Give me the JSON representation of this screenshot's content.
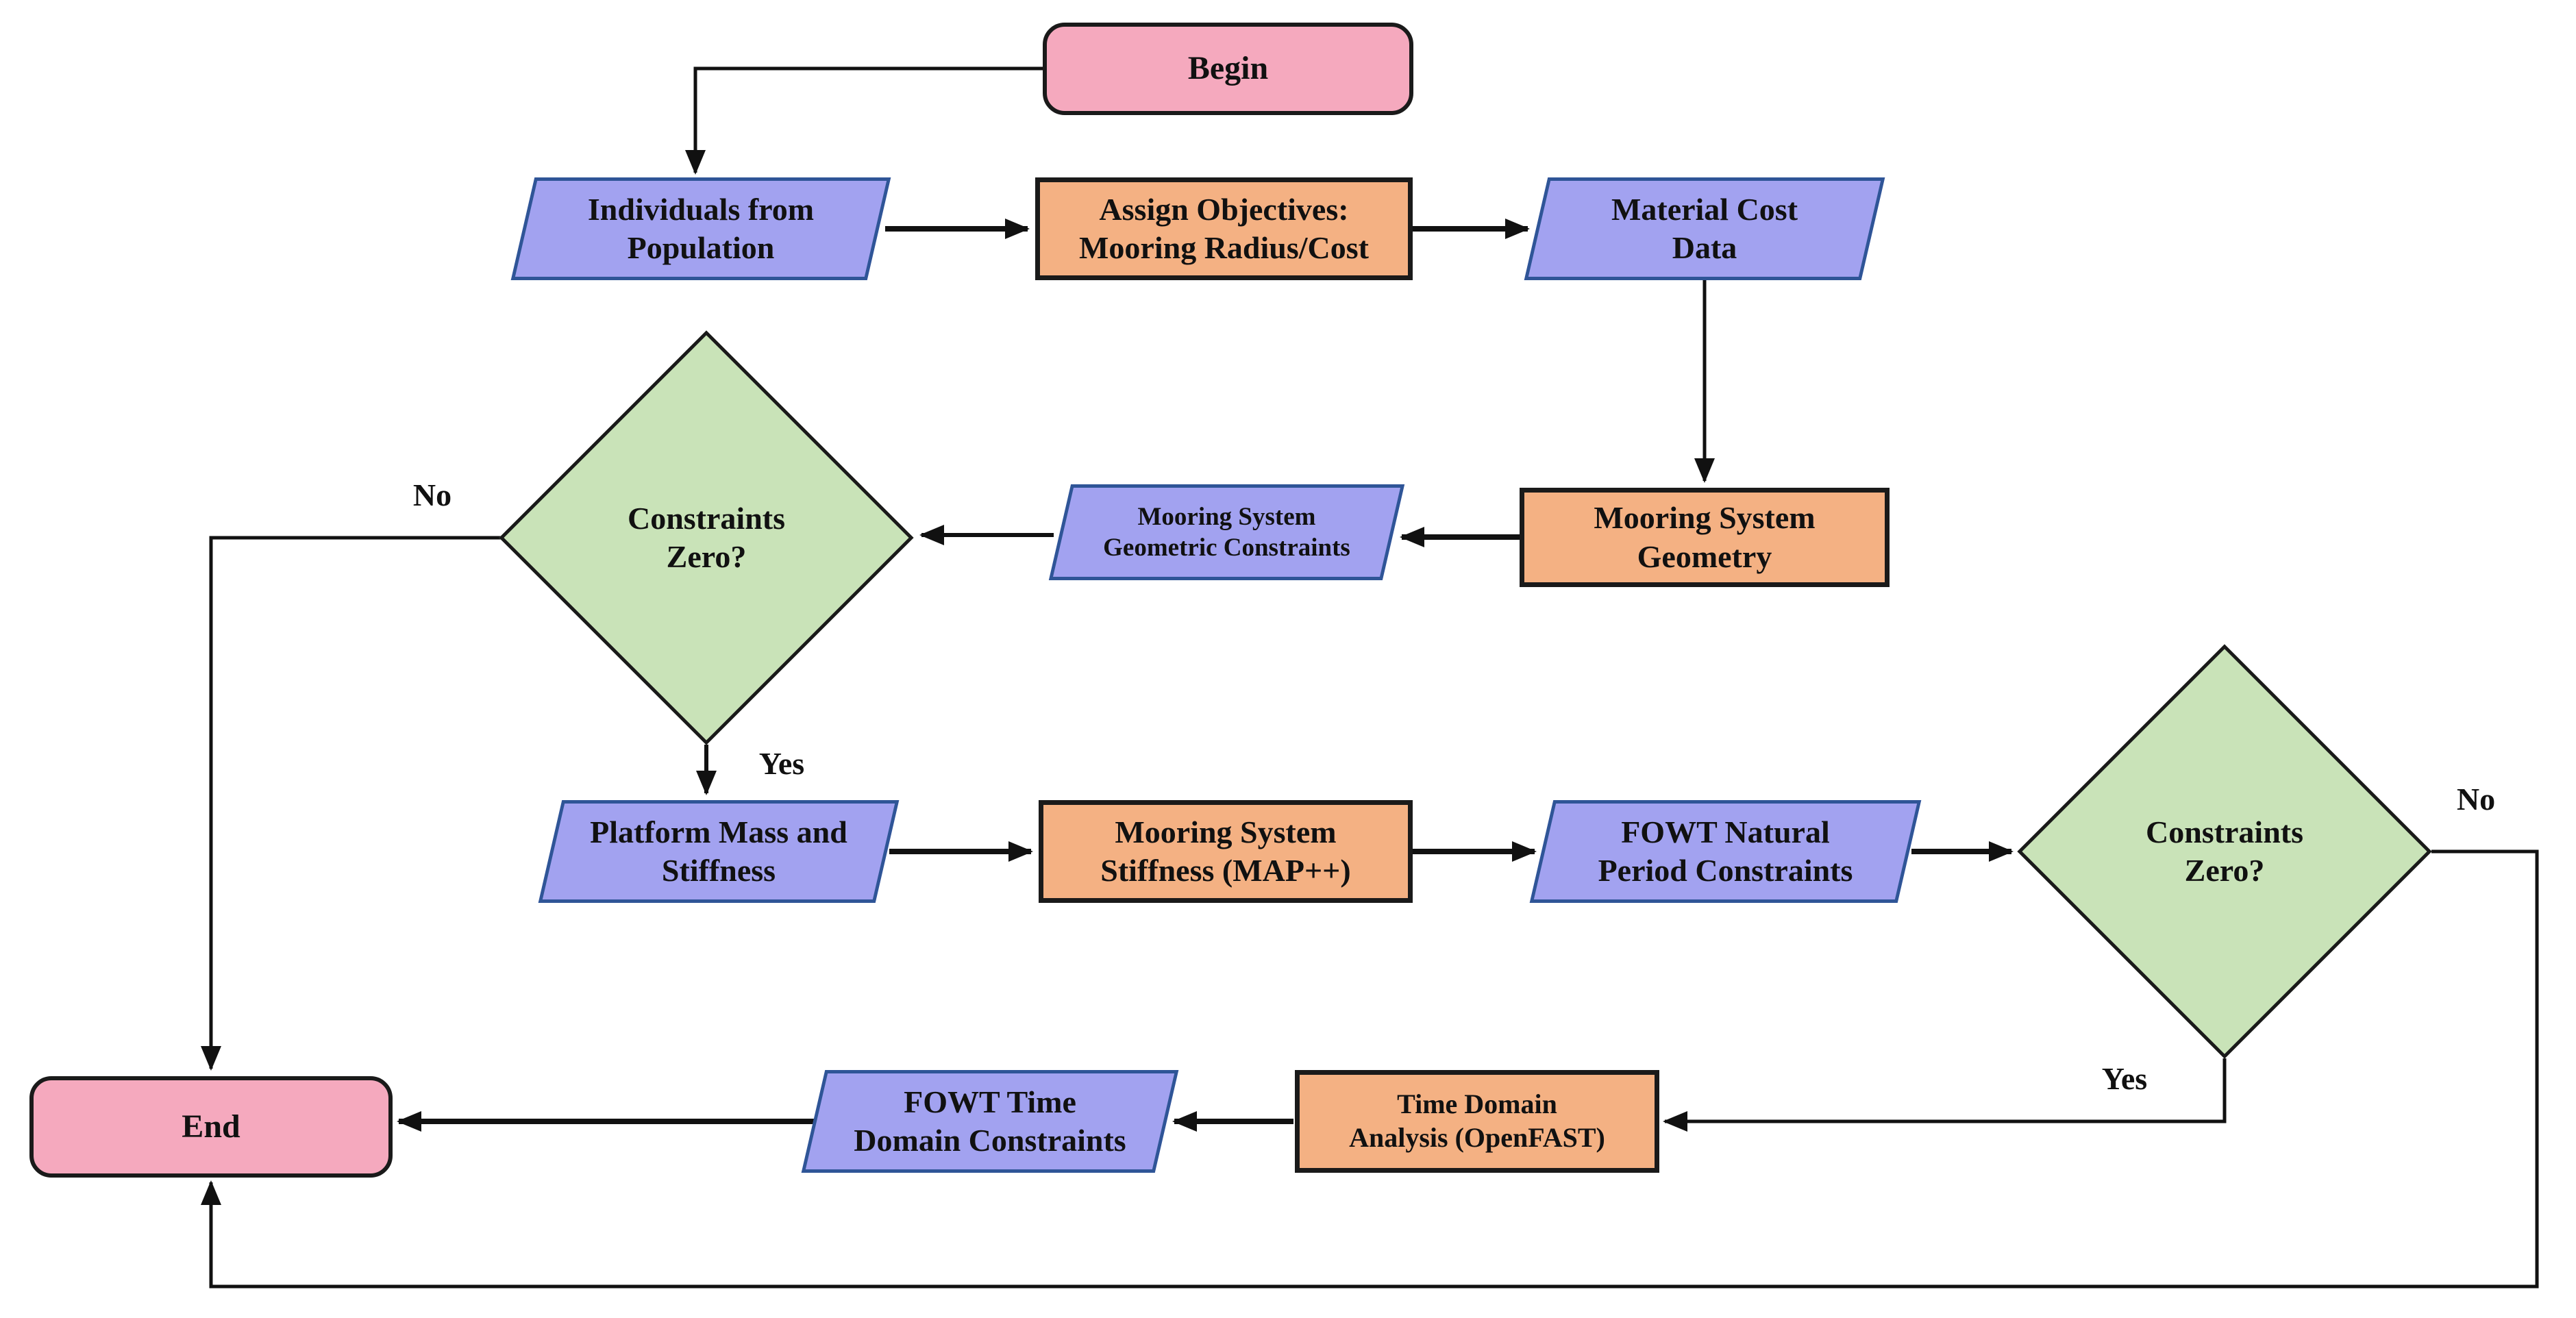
{
  "diagram": {
    "nodes": [
      {
        "id": "begin",
        "shape": "terminator",
        "label": "Begin"
      },
      {
        "id": "individuals",
        "shape": "parallelogram",
        "label": "Individuals from\nPopulation"
      },
      {
        "id": "assign",
        "shape": "process",
        "label": "Assign Objectives:\nMooring Radius/Cost"
      },
      {
        "id": "material",
        "shape": "parallelogram",
        "label": "Material Cost\nData"
      },
      {
        "id": "geometry",
        "shape": "process",
        "label": "Mooring System\nGeometry"
      },
      {
        "id": "geo_constraints",
        "shape": "parallelogram",
        "label": "Mooring System\nGeometric Constraints"
      },
      {
        "id": "decision_left",
        "shape": "decision",
        "label": "Constraints\nZero?"
      },
      {
        "id": "platform",
        "shape": "parallelogram",
        "label": "Platform Mass and\nStiffness"
      },
      {
        "id": "stiffness",
        "shape": "process",
        "label": "Mooring System\nStiffness (MAP++)"
      },
      {
        "id": "fowt_npc",
        "shape": "parallelogram",
        "label": "FOWT Natural\nPeriod Constraints"
      },
      {
        "id": "decision_right",
        "shape": "decision",
        "label": "Constraints\nZero?"
      },
      {
        "id": "tda",
        "shape": "process",
        "label": "Time Domain\nAnalysis (OpenFAST)"
      },
      {
        "id": "fowt_tdc",
        "shape": "parallelogram",
        "label": "FOWT Time\nDomain Constraints"
      },
      {
        "id": "end",
        "shape": "terminator",
        "label": "End"
      }
    ],
    "edge_labels": [
      {
        "id": "no-left",
        "text": "No"
      },
      {
        "id": "yes-left",
        "text": "Yes"
      },
      {
        "id": "no-right",
        "text": "No"
      },
      {
        "id": "yes-right",
        "text": "Yes"
      }
    ],
    "colors": {
      "pink": "#F5A9BE",
      "blue": "#A2A2F0",
      "blueBorder": "#2F5597",
      "orange": "#F4B183",
      "green": "#C9E3B8",
      "line": "#111111",
      "text": "#111111"
    }
  }
}
